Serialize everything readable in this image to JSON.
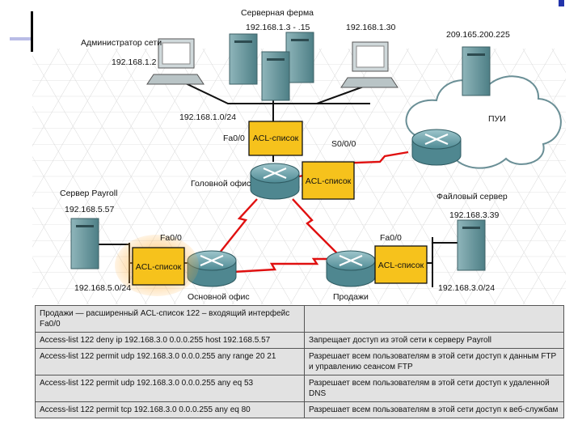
{
  "diagram": {
    "labels": {
      "admin": "Администратор сети",
      "admin_ip": "192.168.1.2",
      "server_farm": "Серверная ферма",
      "server_farm_ip": "192.168.1.3 - .15",
      "pc2_ip": "192.168.1.30",
      "isp_ip": "209.165.200.225",
      "isp": "ПУИ",
      "lan1": "192.168.1.0/24",
      "fa0_0_main": "Fa0/0",
      "s0_0_0": "S0/0/0",
      "head_office": "Головной офис",
      "payroll_server": "Сервер Payroll",
      "payroll_ip": "192.168.5.57",
      "fa0_0_base": "Fa0/0",
      "lan5": "192.168.5.0/24",
      "base_office": "Основной офис",
      "file_server": "Файловый сервер",
      "file_ip": "192.168.3.39",
      "fa0_0_sales": "Fa0/0",
      "lan3": "192.168.3.0/24",
      "sales": "Продажи"
    },
    "acl_boxes": {
      "head_top": "ACL-список",
      "head_right": "ACL-список",
      "base": "ACL-список",
      "sales": "ACL-список"
    }
  },
  "acl_table": {
    "header": "Продажи — расширенный ACL-список 122 – входящий интерфейс Fa0/0",
    "rows": [
      {
        "rule": "Access-list 122 deny ip 192.168.3.0 0.0.0.255 host 192.168.5.57",
        "desc": "Запрещает доступ из этой сети к серверу Payroll"
      },
      {
        "rule": "Access-list 122 permit udp 192.168.3.0 0.0.0.255 any range 20 21",
        "desc": "Разрешает всем пользователям в этой сети доступ к данным FTP и управлению сеансом FTP"
      },
      {
        "rule": "Access-list 122 permit udp 192.168.3.0 0.0.0.255 any eq 53",
        "desc": "Разрешает всем пользователям в этой сети доступ к удаленной DNS"
      },
      {
        "rule": "Access-list 122 permit tcp 192.168.3.0 0.0.0.255 any eq 80",
        "desc": "Разрешает всем пользователям в этой сети доступ к веб-службам"
      }
    ]
  }
}
